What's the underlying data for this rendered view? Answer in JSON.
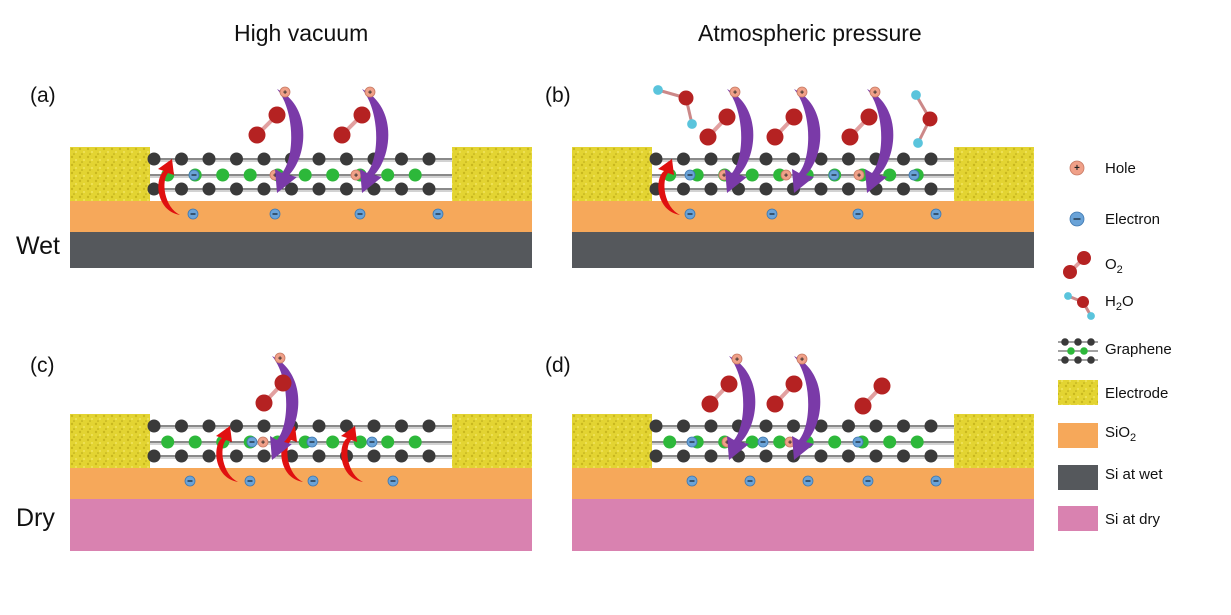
{
  "titles": {
    "high_vacuum": "High vacuum",
    "atmospheric": "Atmospheric  pressure"
  },
  "panels": [
    {
      "label": "(a)"
    },
    {
      "label": "(b)"
    },
    {
      "label": "(c)"
    },
    {
      "label": "(d)"
    }
  ],
  "rows": {
    "wet": "Wet",
    "dry": "Dry"
  },
  "legend": {
    "hole": "Hole",
    "electron": "Electron",
    "o2_main": "O",
    "o2_sub": "2",
    "h2o_pre": "H",
    "h2o_sub": "2",
    "h2o_post": "O",
    "graphene": "Graphene",
    "electrode": "Electrode",
    "sio2_main": "SiO",
    "sio2_sub": "2",
    "si_wet": "Si at wet",
    "si_dry": "Si at dry"
  },
  "symbols": {
    "hole": "+",
    "electron": "−"
  },
  "colors": {
    "electrode": "#e3d432",
    "sio2": "#f6a85a",
    "si_wet": "#55585c",
    "si_dry": "#d982b0",
    "carbon_dark": "#3a3a3a",
    "carbon_green": "#2db83a",
    "hole": "#f0a088",
    "electron": "#6aa3d8",
    "oxygen": "#b52222",
    "hydrogen": "#5ac4dc",
    "transfer_arrow": "#7a3aa8",
    "excitation_arrow": "#e01010"
  }
}
